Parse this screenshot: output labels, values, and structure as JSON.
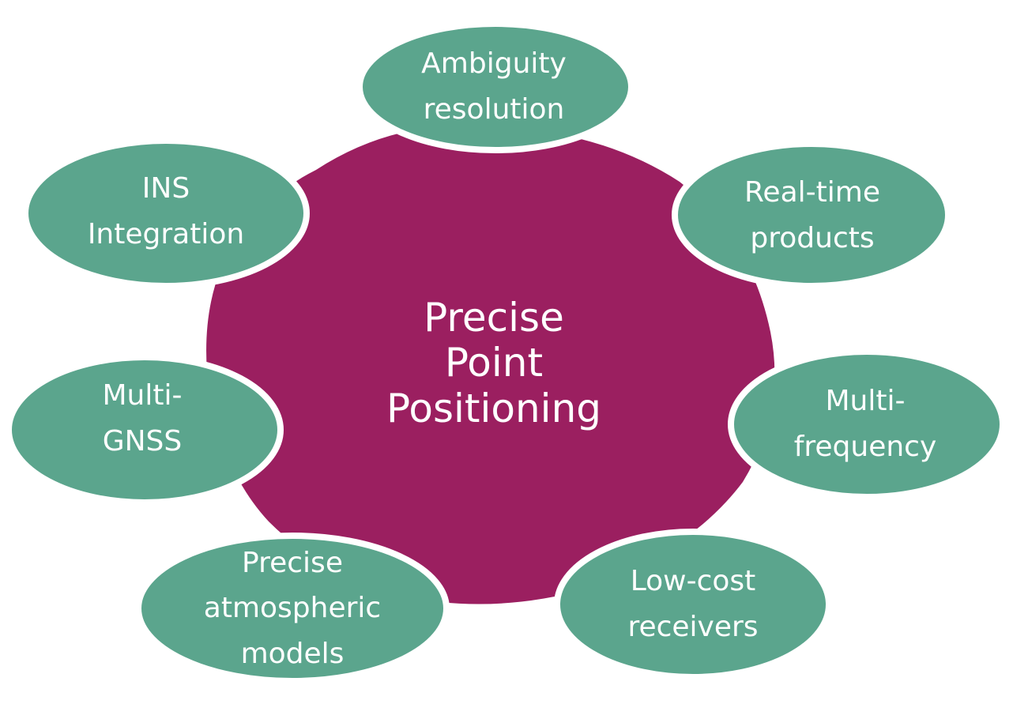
{
  "colors": {
    "center_fill": "#9b1f60",
    "node_fill": "#5ba58d",
    "node_stroke": "#ffffff",
    "text": "#ffffff"
  },
  "center": {
    "label": "Precise\nPoint\nPositioning"
  },
  "nodes": [
    {
      "id": "ambiguity",
      "label": "Ambiguity\nresolution"
    },
    {
      "id": "realtime",
      "label": "Real-time\nproducts"
    },
    {
      "id": "multifreq",
      "label": "Multi-\nfrequency"
    },
    {
      "id": "lowcost",
      "label": "Low-cost\nreceivers"
    },
    {
      "id": "atmos",
      "label": "Precise\natmospheric\nmodels"
    },
    {
      "id": "multignss",
      "label": "Multi-\nGNSS"
    },
    {
      "id": "ins",
      "label": "INS\nIntegration"
    }
  ]
}
